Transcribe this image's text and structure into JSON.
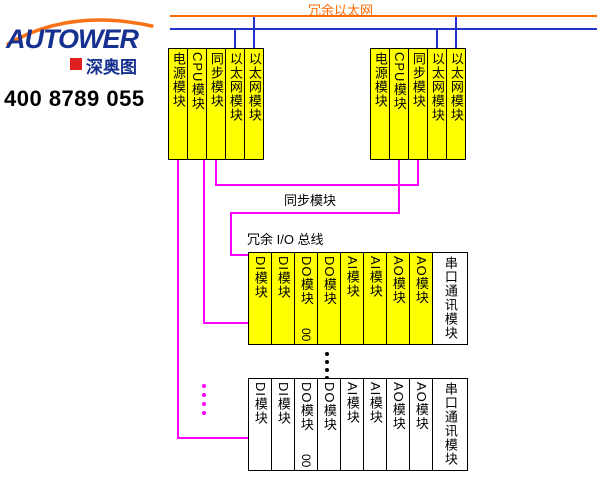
{
  "logo": {
    "brand": "AUTOWER",
    "brand_cn": "深奥图",
    "phone": "400 8789 055"
  },
  "labels": {
    "ethernet": "冗余以太网",
    "sync": "同步模块",
    "io_bus": "冗余 I/O 总线"
  },
  "controller_racks": {
    "left": {
      "modules": [
        "电源模块",
        "CPU模块",
        "同步模块",
        "以太网模块",
        "以太网模块"
      ]
    },
    "right": {
      "modules": [
        "电源模块",
        "CPU模块",
        "同步模块",
        "以太网模块",
        "以太网模块"
      ]
    }
  },
  "io_racks": {
    "middle": {
      "modules": [
        {
          "label": "DI模块"
        },
        {
          "label": "DI模块"
        },
        {
          "label": "DO模块",
          "sub": "00"
        },
        {
          "label": "DO模块"
        },
        {
          "label": "AI模块"
        },
        {
          "label": "AI模块"
        },
        {
          "label": "AO模块"
        },
        {
          "label": "AO模块"
        }
      ],
      "serial": "串口通讯模块"
    },
    "bottom": {
      "modules": [
        {
          "label": "DI模块"
        },
        {
          "label": "DI模块"
        },
        {
          "label": "DO模块",
          "sub": "00"
        },
        {
          "label": "DO模块"
        },
        {
          "label": "AI模块"
        },
        {
          "label": "AI模块"
        },
        {
          "label": "AO模块"
        },
        {
          "label": "AO模块"
        }
      ],
      "serial": "串口通讯模块"
    }
  },
  "colors": {
    "module_fill": "#ffff00",
    "io_bus_line": "#ff00ff",
    "ethernet_line_top": "#ff6a00",
    "ethernet_line_bottom": "#2233cc",
    "brand_blue": "#16318f",
    "brand_orange": "#f97316"
  }
}
